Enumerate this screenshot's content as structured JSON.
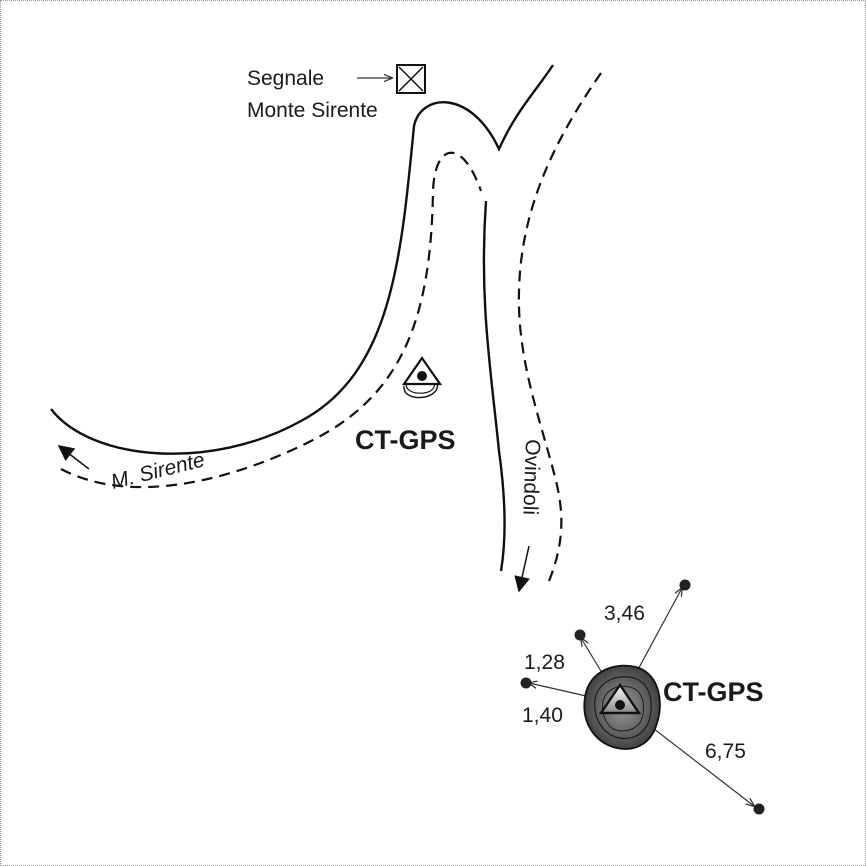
{
  "signal": {
    "line1": "Segnale",
    "line2": "Monte Sirente"
  },
  "roads": {
    "to_sirente": "M. Sirente",
    "to_ovindoli": "Ovindoli"
  },
  "stations": {
    "upper_label": "CT-GPS",
    "lower_label": "CT-GPS"
  },
  "distances": {
    "d1": "3,46",
    "d2": "1,28",
    "d3": "1,40",
    "d4": "6,75"
  },
  "icons": {
    "signal": "boxed-x-signal-icon",
    "station": "triangle-benchmark-icon",
    "point": "survey-point-icon"
  }
}
